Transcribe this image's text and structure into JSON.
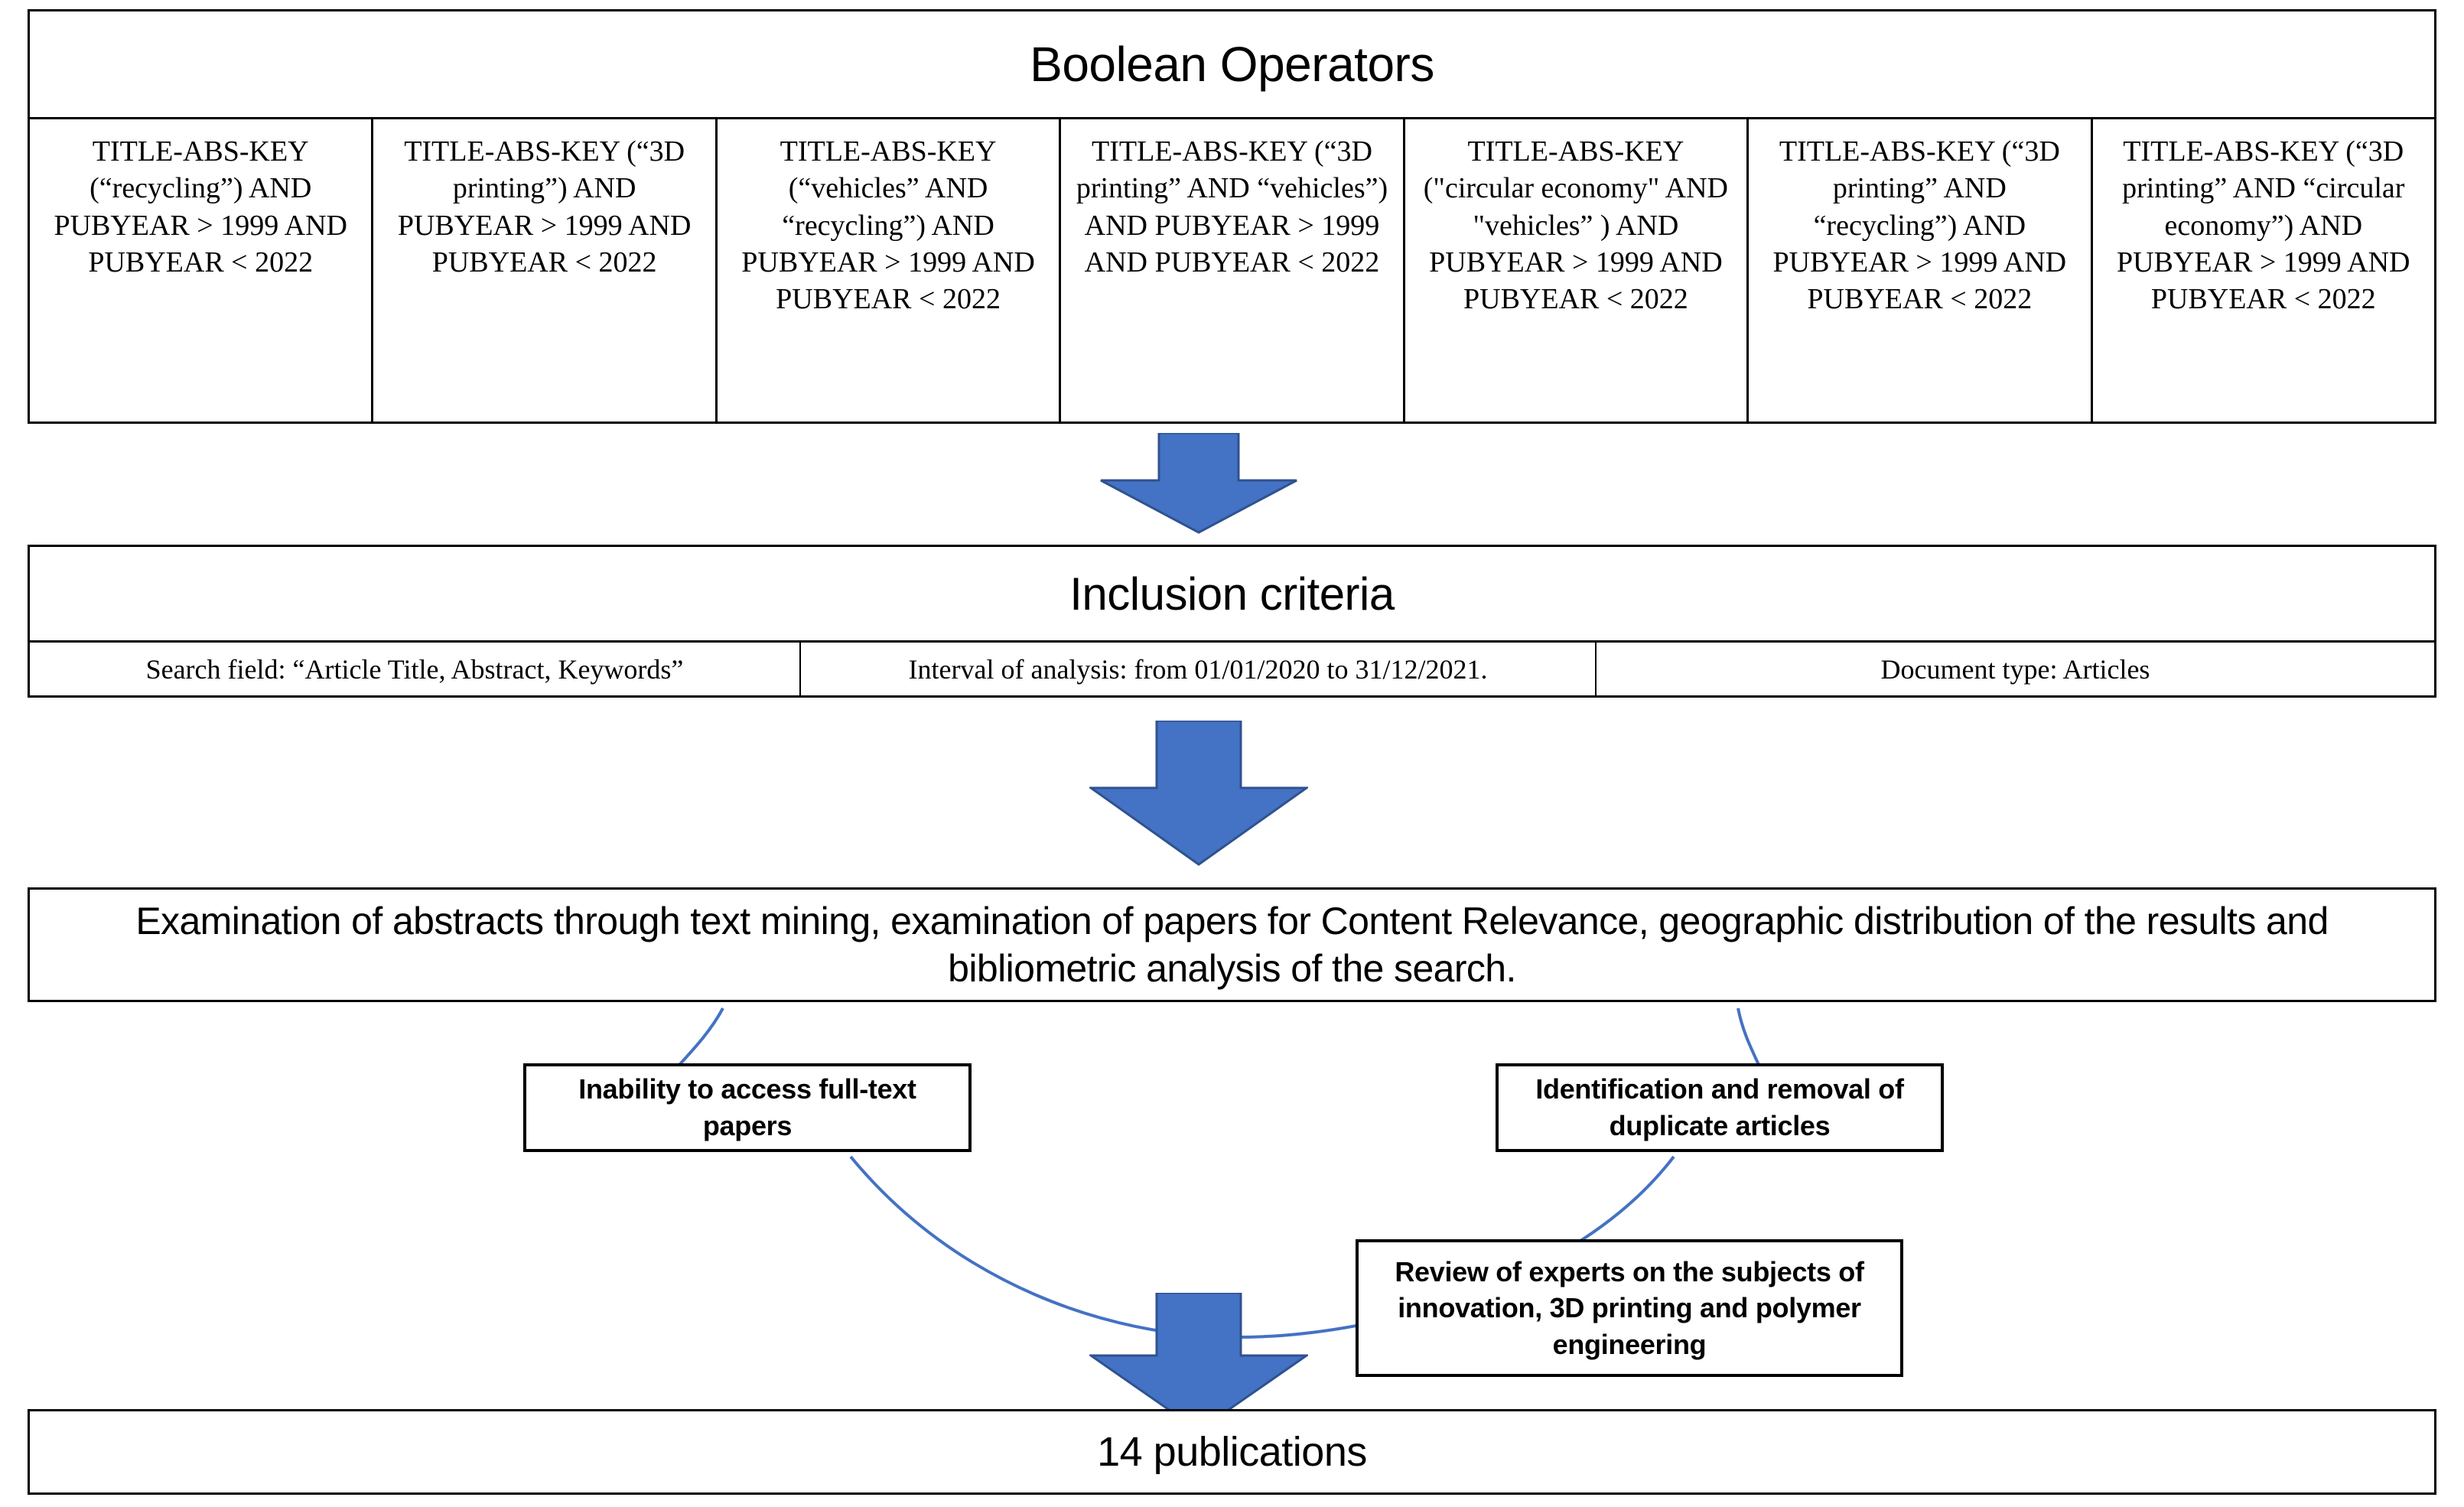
{
  "boolean": {
    "title": "Boolean Operators",
    "queries": [
      "TITLE-ABS-KEY (“recycling”) AND PUBYEAR > 1999 AND PUBYEAR < 2022",
      "TITLE-ABS-KEY (“3D printing”) AND PUBYEAR > 1999 AND PUBYEAR < 2022",
      "TITLE-ABS-KEY (“vehicles” AND “recycling”) AND PUBYEAR > 1999 AND PUBYEAR < 2022",
      "TITLE-ABS-KEY (“3D printing” AND “vehicles”) AND PUBYEAR > 1999 AND PUBYEAR < 2022",
      "TITLE-ABS-KEY (\"circular economy\" AND  \"vehicles” ) AND PUBYEAR > 1999 AND PUBYEAR < 2022",
      "TITLE-ABS-KEY (“3D printing” AND “recycling”) AND PUBYEAR > 1999 AND PUBYEAR < 2022",
      "TITLE-ABS-KEY (“3D printing” AND “circular economy”) AND PUBYEAR > 1999 AND PUBYEAR < 2022"
    ]
  },
  "inclusion": {
    "title": "Inclusion criteria",
    "criteria": [
      "Search field: “Article Title, Abstract, Keywords”",
      "Interval of analysis: from 01/01/2020 to 31/12/2021.",
      "Document type: Articles"
    ]
  },
  "examination": {
    "text": "Examination of abstracts through text mining, examination of papers for Content Relevance, geographic distribution of the results and bibliometric analysis of the search."
  },
  "notes": {
    "inability": "Inability to access full-text papers",
    "duplicates": "Identification and removal of duplicate articles",
    "experts": "Review of experts on the subjects of innovation, 3D printing and polymer engineering"
  },
  "result": {
    "text": "14 publications"
  },
  "colors": {
    "arrow_fill": "#4472C4",
    "arrow_stroke": "#2F528F",
    "connector_line": "#4472C4",
    "border": "#000000",
    "background": "#FFFFFF"
  }
}
